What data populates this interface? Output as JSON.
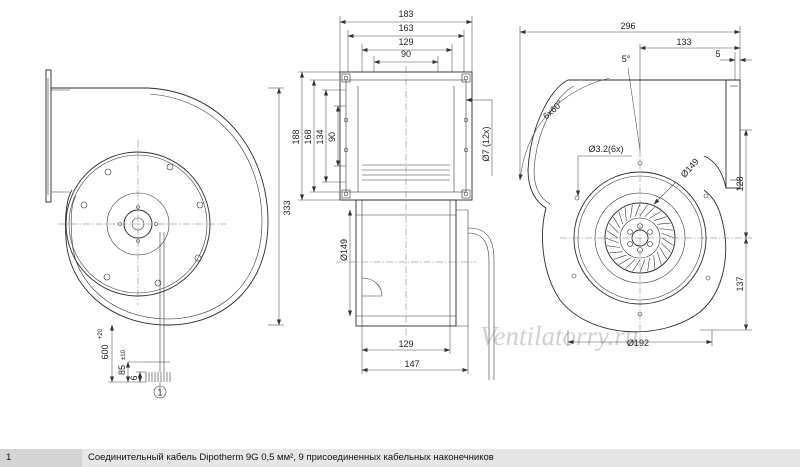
{
  "drawing": {
    "left_view": {
      "height": "333",
      "cable_length": "600",
      "cable_length_tol": "+20",
      "strip_length": "85",
      "strip_length_tol": "±10",
      "end_length": "6",
      "callout": "1"
    },
    "middle_view": {
      "top_183": "183",
      "top_163": "163",
      "top_129": "129",
      "top_90": "90",
      "left_188": "188",
      "left_168": "168",
      "left_134": "134",
      "left_90": "90",
      "holes": "Ø7 (12x)",
      "diameter": "Ø149",
      "bottom_129": "129",
      "bottom_147": "147"
    },
    "right_view": {
      "width": "296",
      "offset": "133",
      "small": "5",
      "angle": "5°",
      "angle_pattern": "6x60°",
      "holes": "Ø3.2(6x)",
      "inner_diameter": "Ø149",
      "outer_diameter": "Ø192",
      "height_upper": "128",
      "height_lower": "137"
    },
    "watermark": "Ventilatorry.ru"
  },
  "legend": {
    "number": "1",
    "text": "Соединительный кабель Dipotherm 9G 0,5 мм², 9 присоединенных кабельных наконечников"
  }
}
